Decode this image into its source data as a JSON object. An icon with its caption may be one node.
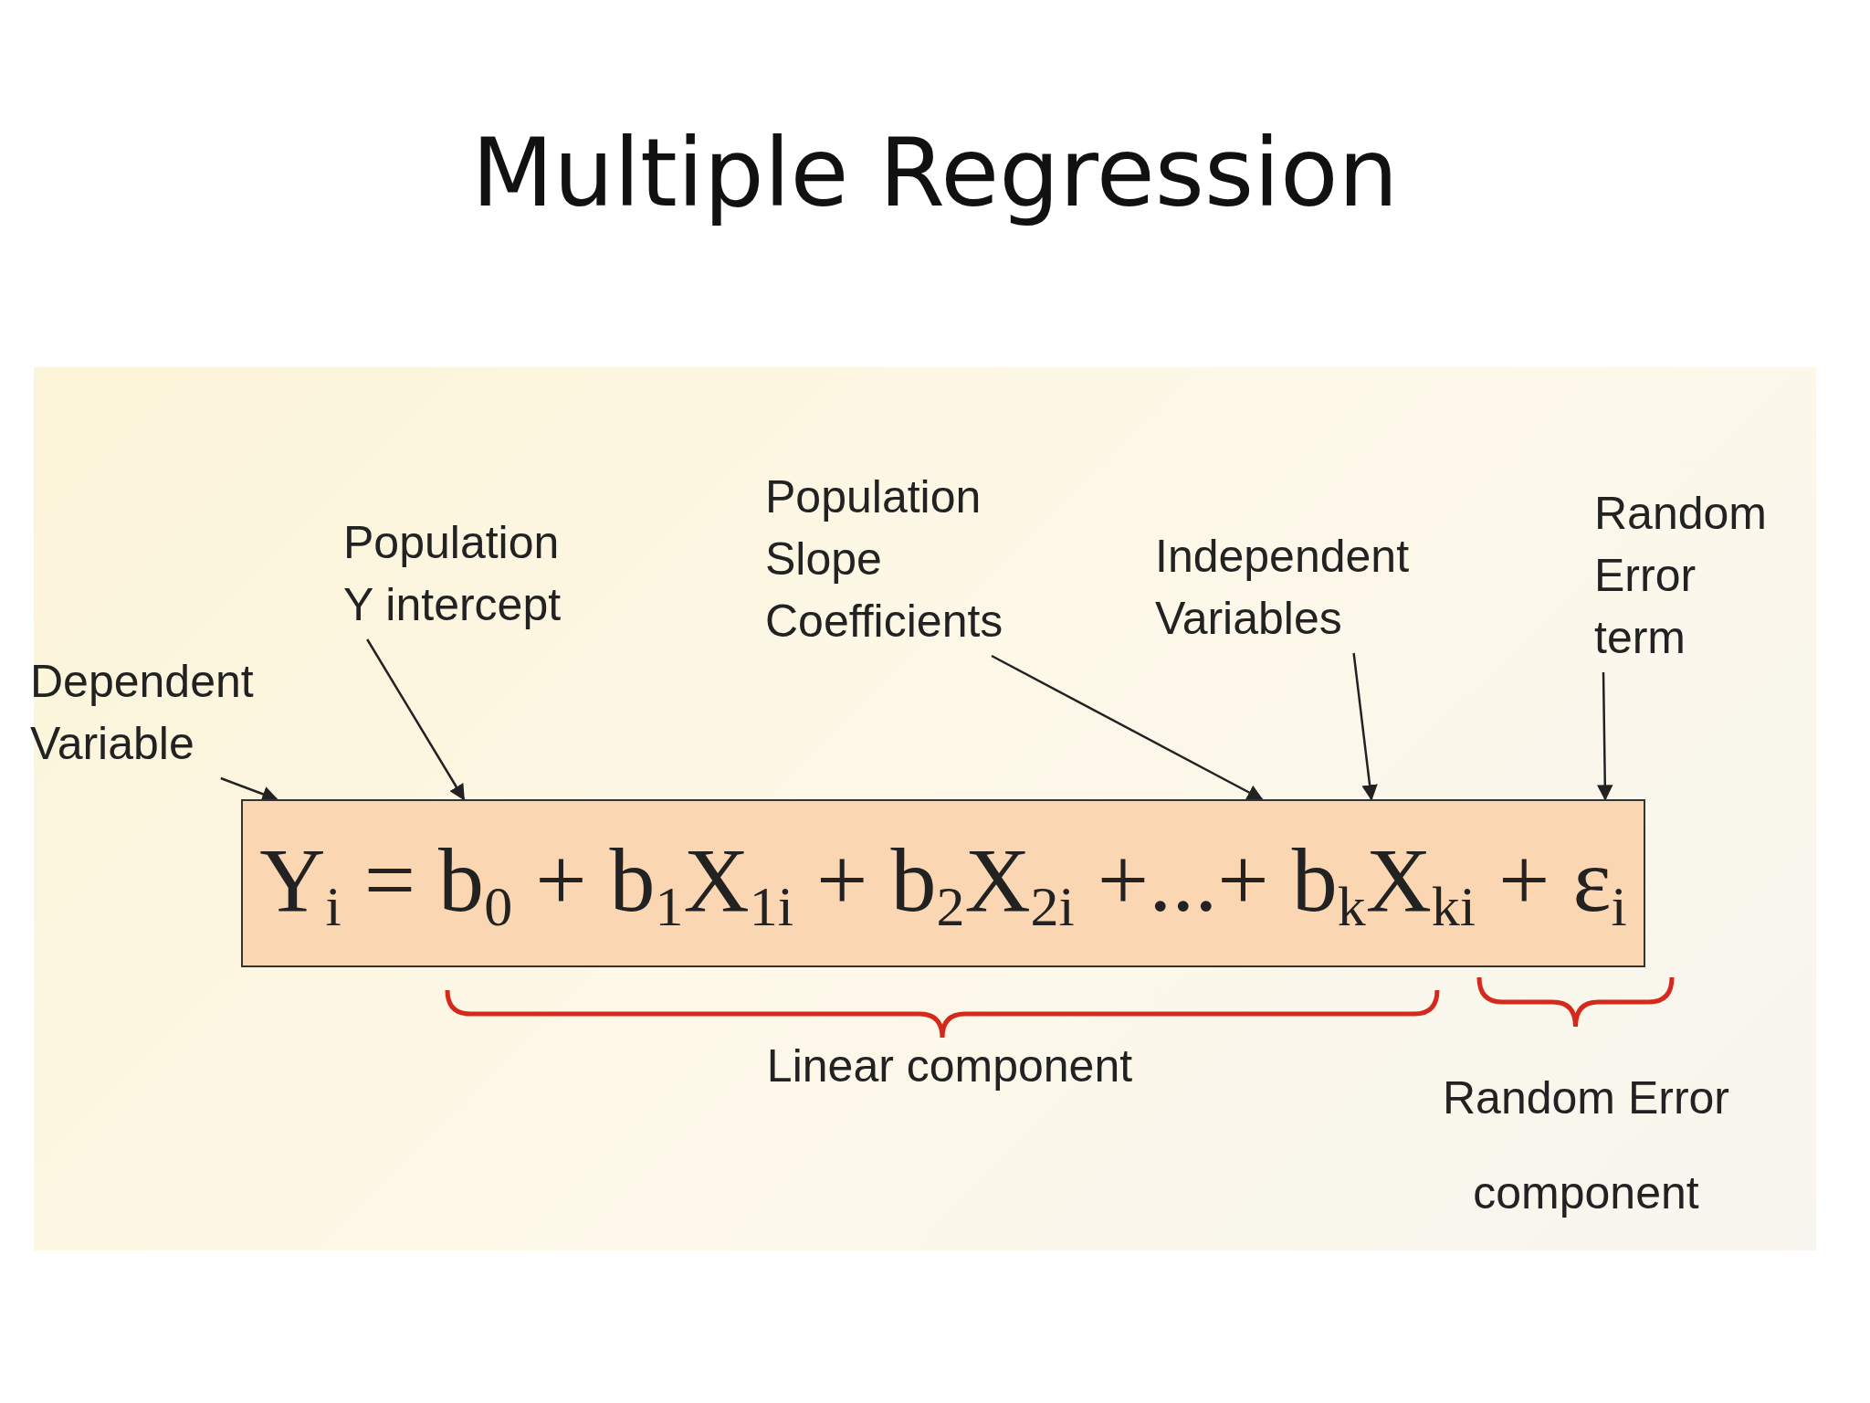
{
  "diagram": {
    "title": "Multiple Regression",
    "nodes": [
      {
        "text": [
          "Dependent Variable"
        ]
      },
      {
        "text": [
          "Population Y intercept"
        ]
      },
      {
        "text": [
          "Population Slope Coefficients"
        ]
      },
      {
        "text": [
          "Independent Variables"
        ]
      },
      {
        "text": [
          "Random Error term"
        ]
      },
      {
        "text": [
          "Y$_{i}$ = b$_{0}$ + b$_{1}$X$_{1i}$ + b$_{2}$X$_{2i}$ +...+ b$_{k}$X$_{ki}$ + ε$_{i}$"
        ]
      }
    ],
    "edges": [
      {
        "from": 0,
        "to": 5,
        "arrow": "to"
      },
      {
        "from": 1,
        "to": 5,
        "arrow": "to"
      },
      {
        "from": 2,
        "to": 5,
        "arrow": "to"
      },
      {
        "from": 3,
        "to": 5,
        "arrow": "to"
      },
      {
        "from": 4,
        "to": 5,
        "arrow": "to"
      }
    ],
    "labels": [
      "Linear component",
      "Random Error component"
    ]
  }
}
